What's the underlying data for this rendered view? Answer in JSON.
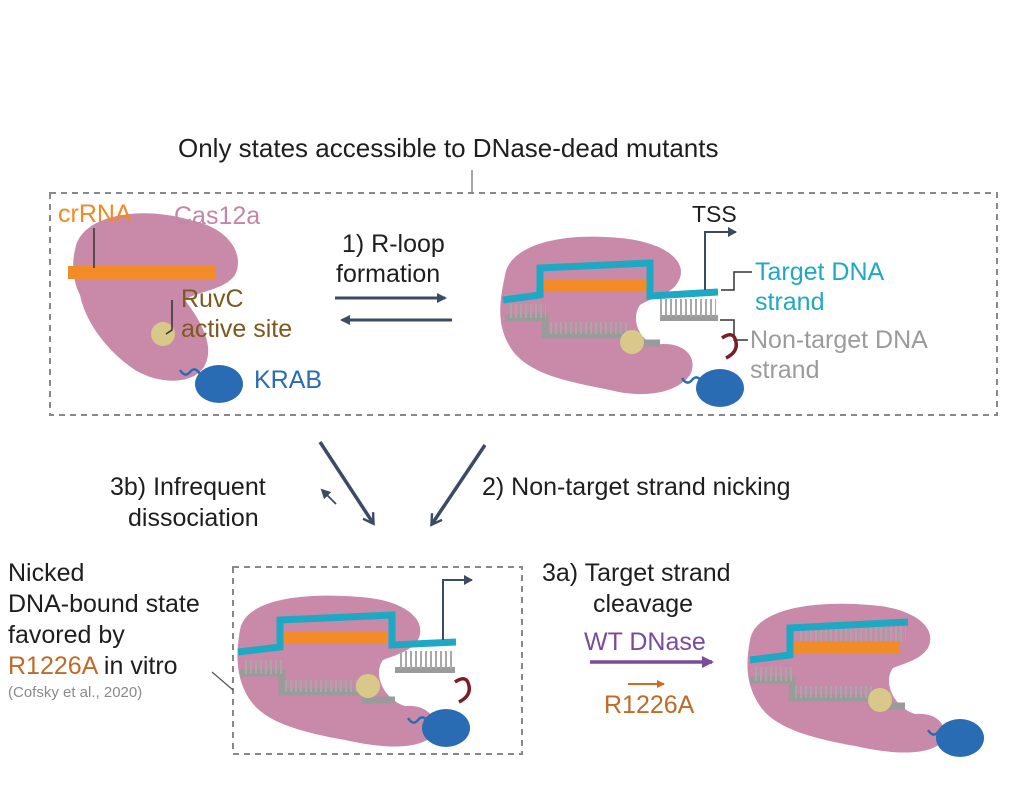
{
  "header": {
    "title": "Only states accessible to DNase-dead mutants"
  },
  "labels": {
    "crrna": "crRNA",
    "cas12a": "Cas12a",
    "ruvc_line1": "RuvC",
    "ruvc_line2": "active site",
    "krab": "KRAB",
    "step1_line1": "1) R-loop",
    "step1_line2": "formation",
    "tss": "TSS",
    "target_line1": "Target DNA",
    "target_line2": "strand",
    "nontarget_line1": "Non-target DNA",
    "nontarget_line2": "strand",
    "step3b_line1": "3b) Infrequent",
    "step3b_line2": "dissociation",
    "step2": "2) Non-target strand nicking",
    "nicked_line1": "Nicked",
    "nicked_line2": "DNA-bound state",
    "nicked_line3": "favored by",
    "nicked_mut": "R1226A",
    "nicked_tail": "in vitro",
    "citation": "(Cofsky et al., 2020)",
    "step3a_line1": "3a) Target strand",
    "step3a_line2": "cleavage",
    "wt_dnase": "WT DNase",
    "r1226a": "R1226A"
  },
  "colors": {
    "cas12a": "#c98aaa",
    "crrna": "#f28c28",
    "target_strand": "#1fa8c4",
    "non_target_strand": "#9b9b9b",
    "ruvc": "#d8c88a",
    "krab": "#2a6cb3",
    "arrow": "#3d4a63",
    "nick": "#7a1e26",
    "wt_arrow": "#7a4a9c",
    "mut_arrow": "#d2691e"
  }
}
